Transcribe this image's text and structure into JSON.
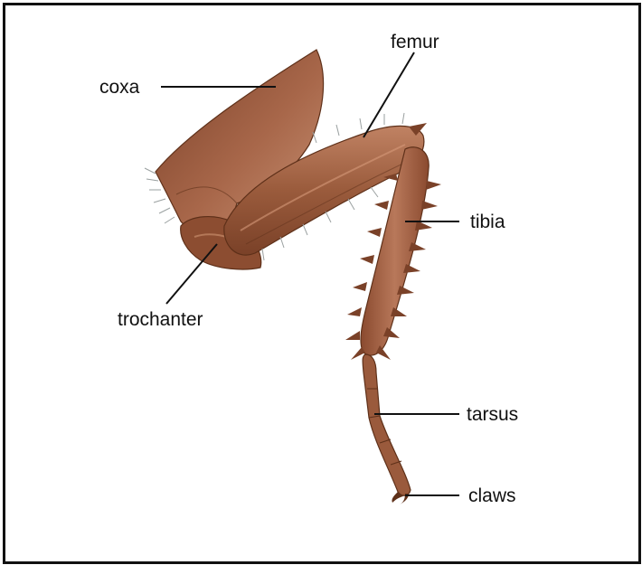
{
  "labels": {
    "coxa": "coxa",
    "femur": "femur",
    "tibia": "tibia",
    "trochanter": "trochanter",
    "tarsus": "tarsus",
    "claws": "claws"
  },
  "colors": {
    "border": "#111111",
    "leader_line": "#111111",
    "segment_fill": "#a0603f",
    "segment_dark": "#6e3a22",
    "segment_light": "#c98f6a",
    "hair": "#9aa0a0"
  }
}
